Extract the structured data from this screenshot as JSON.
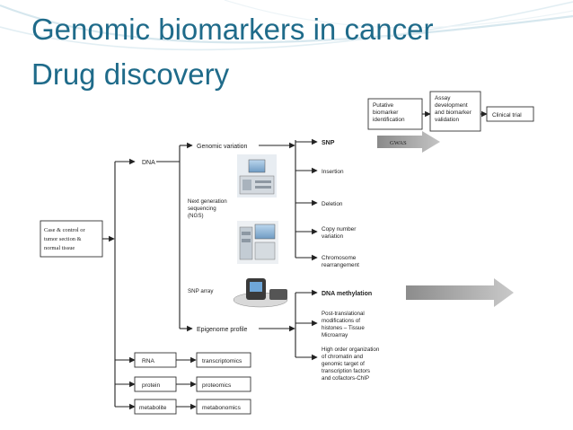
{
  "slide": {
    "title_line1": "Genomic biomarkers in cancer",
    "title_line2": "Drug discovery"
  },
  "diagram": {
    "pipeline": {
      "putative": [
        "Putative",
        "biomarker",
        "identification"
      ],
      "assay": [
        "Assay",
        "development",
        "and biomarker",
        "validation"
      ],
      "clinical": "Clinical trial"
    },
    "source": [
      "Case & control or",
      "tumor section &",
      "normal tissue"
    ],
    "dna": "DNA",
    "genomic_variation": "Genomic variation",
    "ngs": [
      "Next generation",
      "sequencing",
      "(NGS)"
    ],
    "snp_array": "SNP array",
    "epigenome_profile": "Epigenome profile",
    "genomic_items": {
      "snp": "SNP",
      "insertion": "Insertion",
      "deletion": "Deletion",
      "cnv": [
        "Copy number",
        "variation"
      ],
      "chromosome": [
        "Chromosome",
        "rearrangement"
      ]
    },
    "gwas": "GWAS",
    "epigenome_items": {
      "dna_methylation": "DNA methylation",
      "histones": [
        "Post-translational",
        "modifications of",
        "histones – Tissue",
        "Microarray"
      ],
      "chromatin": [
        "High order organization",
        "of chromatin and",
        "genomic target of",
        "transcription factors",
        "and cofactors-ChIP"
      ]
    },
    "omics": [
      {
        "molecule": "RNA",
        "method": "transcriptomics"
      },
      {
        "molecule": "protein",
        "method": "proteomics"
      },
      {
        "molecule": "metabolite",
        "method": "metabonomics"
      }
    ]
  }
}
